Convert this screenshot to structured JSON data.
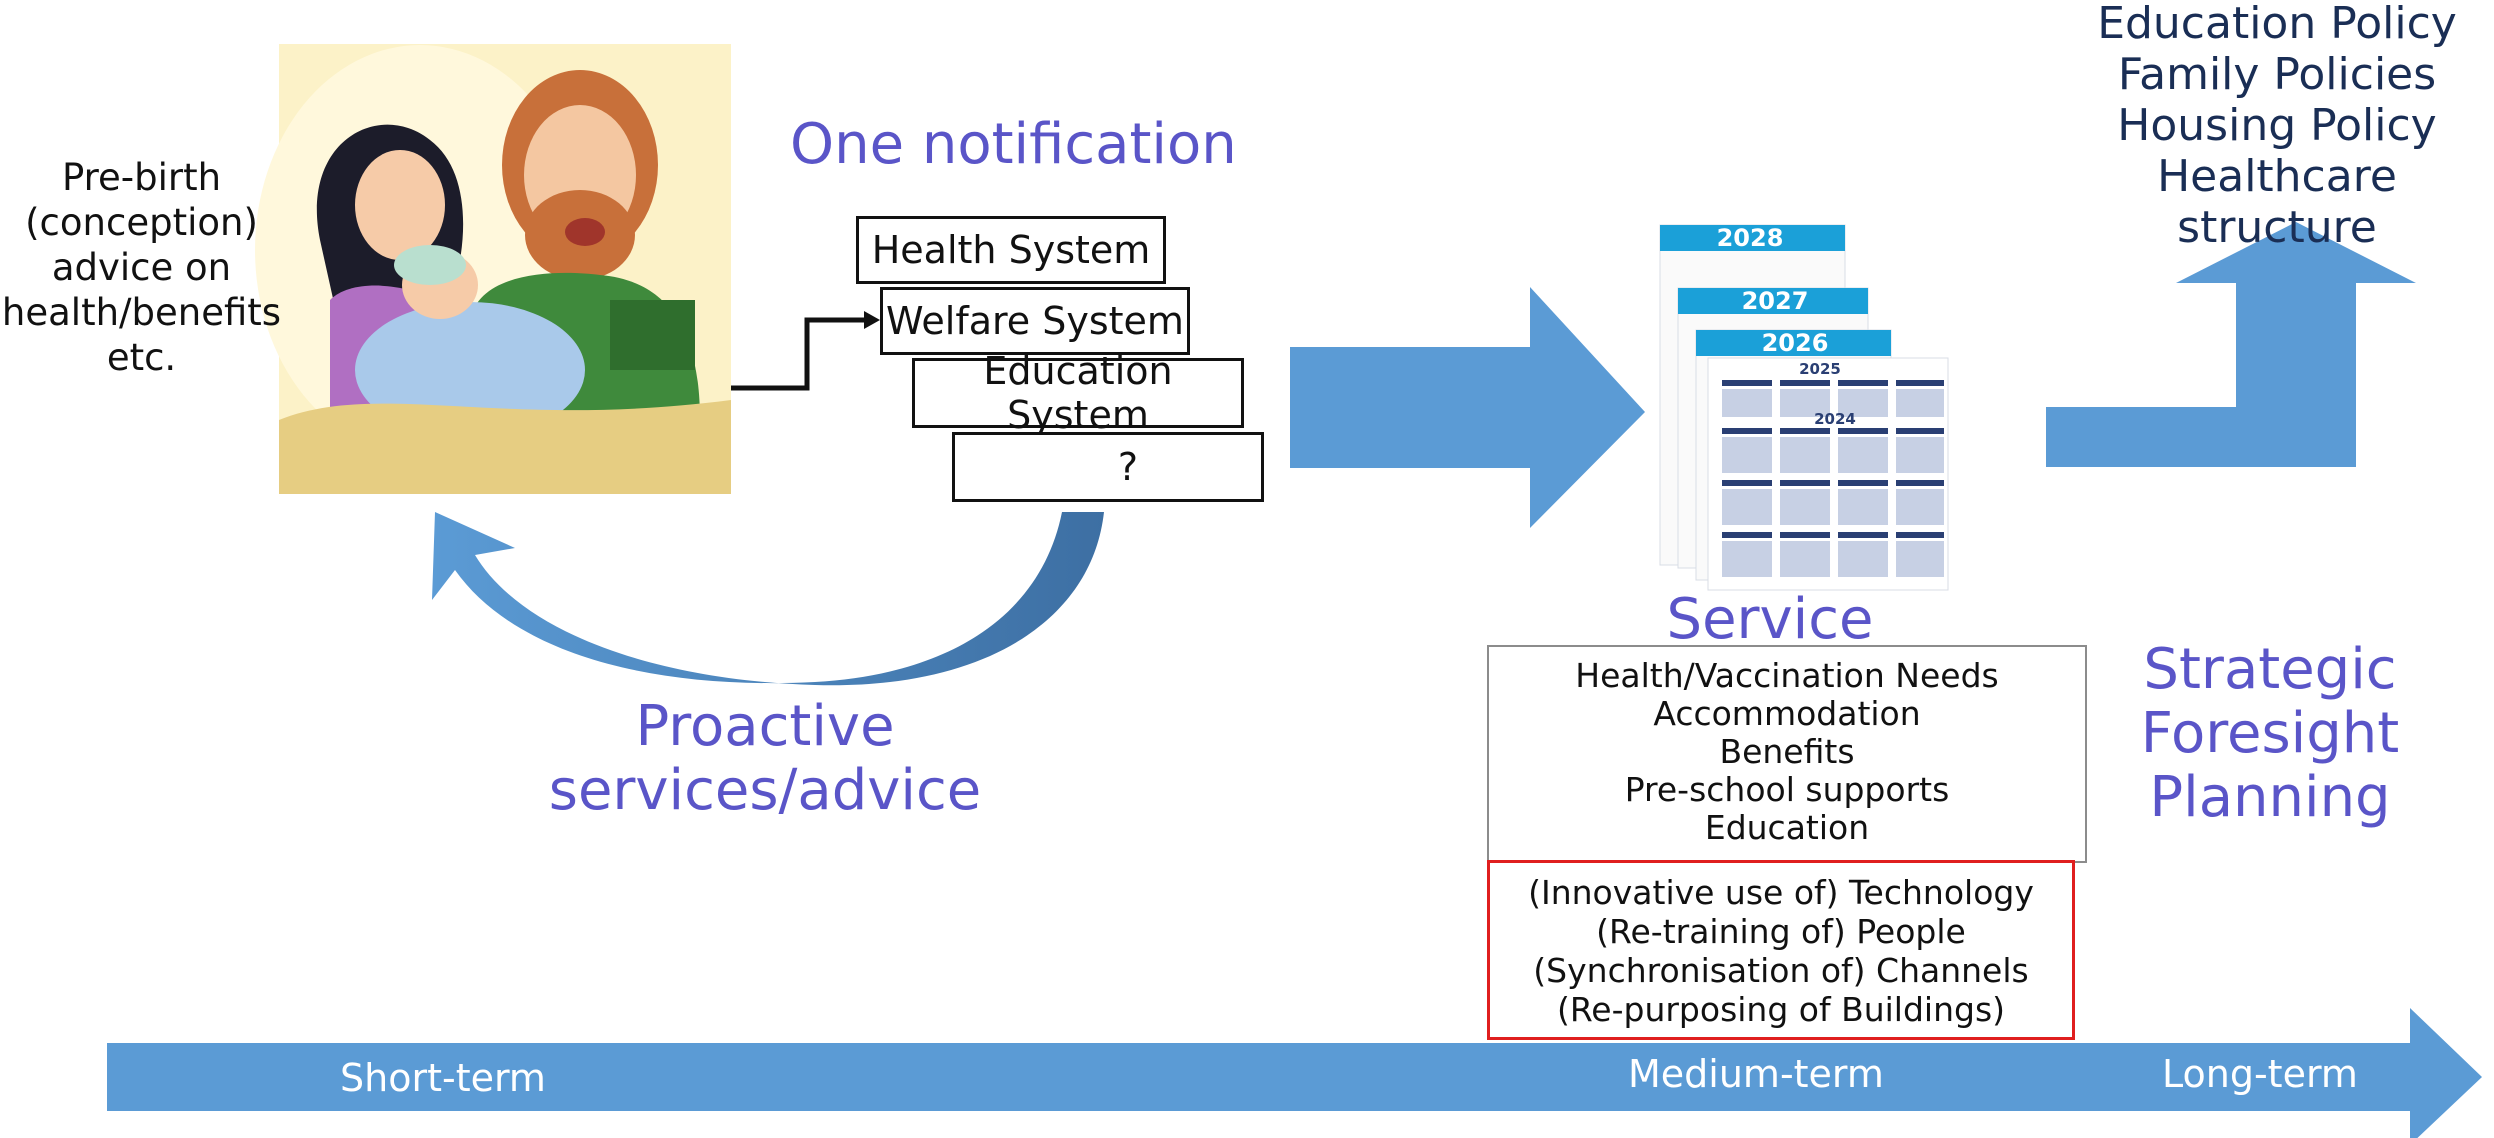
{
  "prebirth": {
    "lines": [
      "Pre-birth",
      "(conception)",
      "advice on",
      "health/benefits",
      "etc."
    ]
  },
  "notification": {
    "title": "One notification",
    "systems": [
      "Health System",
      "Welfare System",
      "Education System",
      "?"
    ]
  },
  "proactive": {
    "lines": [
      "Proactive",
      "services/advice"
    ]
  },
  "calendar": {
    "years": [
      "2028",
      "2027",
      "2026",
      "2025",
      "2024"
    ]
  },
  "service_planning": {
    "title": "Service Planning",
    "needs": [
      "Health/Vaccination Needs",
      "Accommodation",
      "Benefits",
      "Pre-school supports",
      "Education"
    ],
    "enablers": [
      "(Innovative use of) Technology",
      "(Re-training of) People",
      "(Synchronisation of) Channels",
      "(Re-purposing of Buildings)"
    ]
  },
  "policies": {
    "lines": [
      "Education Policy",
      "Family Policies",
      "Housing Policy",
      "Healthcare structure"
    ]
  },
  "strategic": {
    "lines": [
      "Strategic",
      "Foresight",
      "Planning"
    ]
  },
  "timeline": {
    "labels": [
      "Short-term",
      "Medium-term",
      "Long-term"
    ]
  },
  "colors": {
    "arrow_blue": "#5b9bd5",
    "title_purple": "#5a55c8",
    "policy_navy": "#1a2e55",
    "enabler_border": "#e01f1f",
    "calendar_header": "#1ba0d8",
    "calendar_dark": "#2a3f73"
  }
}
